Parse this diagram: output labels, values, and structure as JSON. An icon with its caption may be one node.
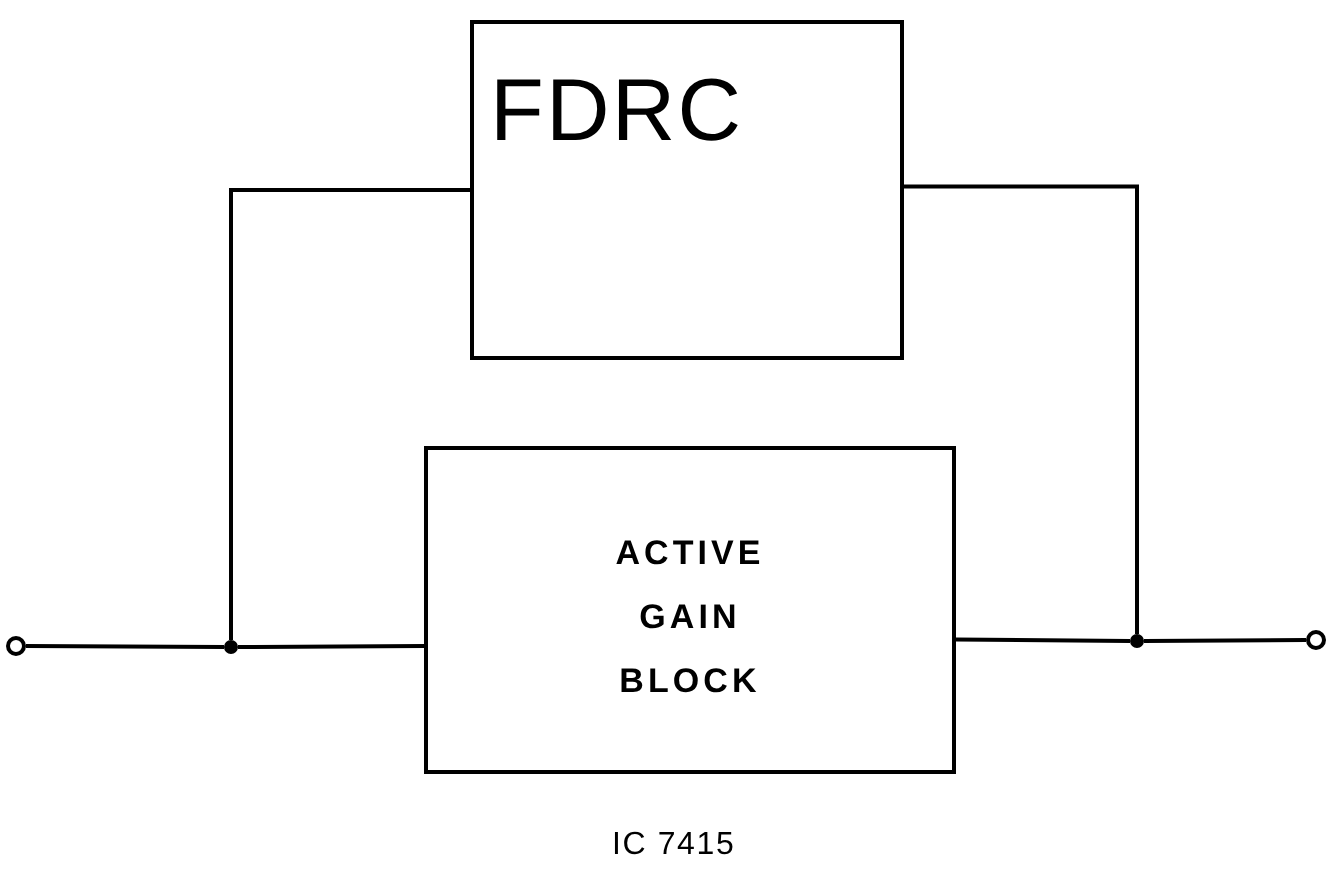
{
  "diagram": {
    "nodes": [
      {
        "text": [
          "FDRC"
        ]
      },
      {
        "text": [
          "ACTIVE GAIN BLOCK"
        ],
        "beside": [
          "IC 7415"
        ]
      },
      {
        "text": [],
        "shape": "circle"
      },
      {
        "text": [],
        "shape": "circle"
      },
      {
        "text": [],
        "shape": "circle"
      },
      {
        "text": [],
        "shape": "circle"
      }
    ],
    "edges": [
      {
        "from": 2,
        "to": 3,
        "arrow": "none"
      },
      {
        "from": 3,
        "to": 0,
        "arrow": "none"
      },
      {
        "from": 3,
        "to": 1,
        "arrow": "none"
      },
      {
        "from": 0,
        "to": 4,
        "arrow": "none"
      },
      {
        "from": 1,
        "to": 4,
        "arrow": "none"
      },
      {
        "from": 4,
        "to": 5,
        "arrow": "none"
      }
    ]
  }
}
